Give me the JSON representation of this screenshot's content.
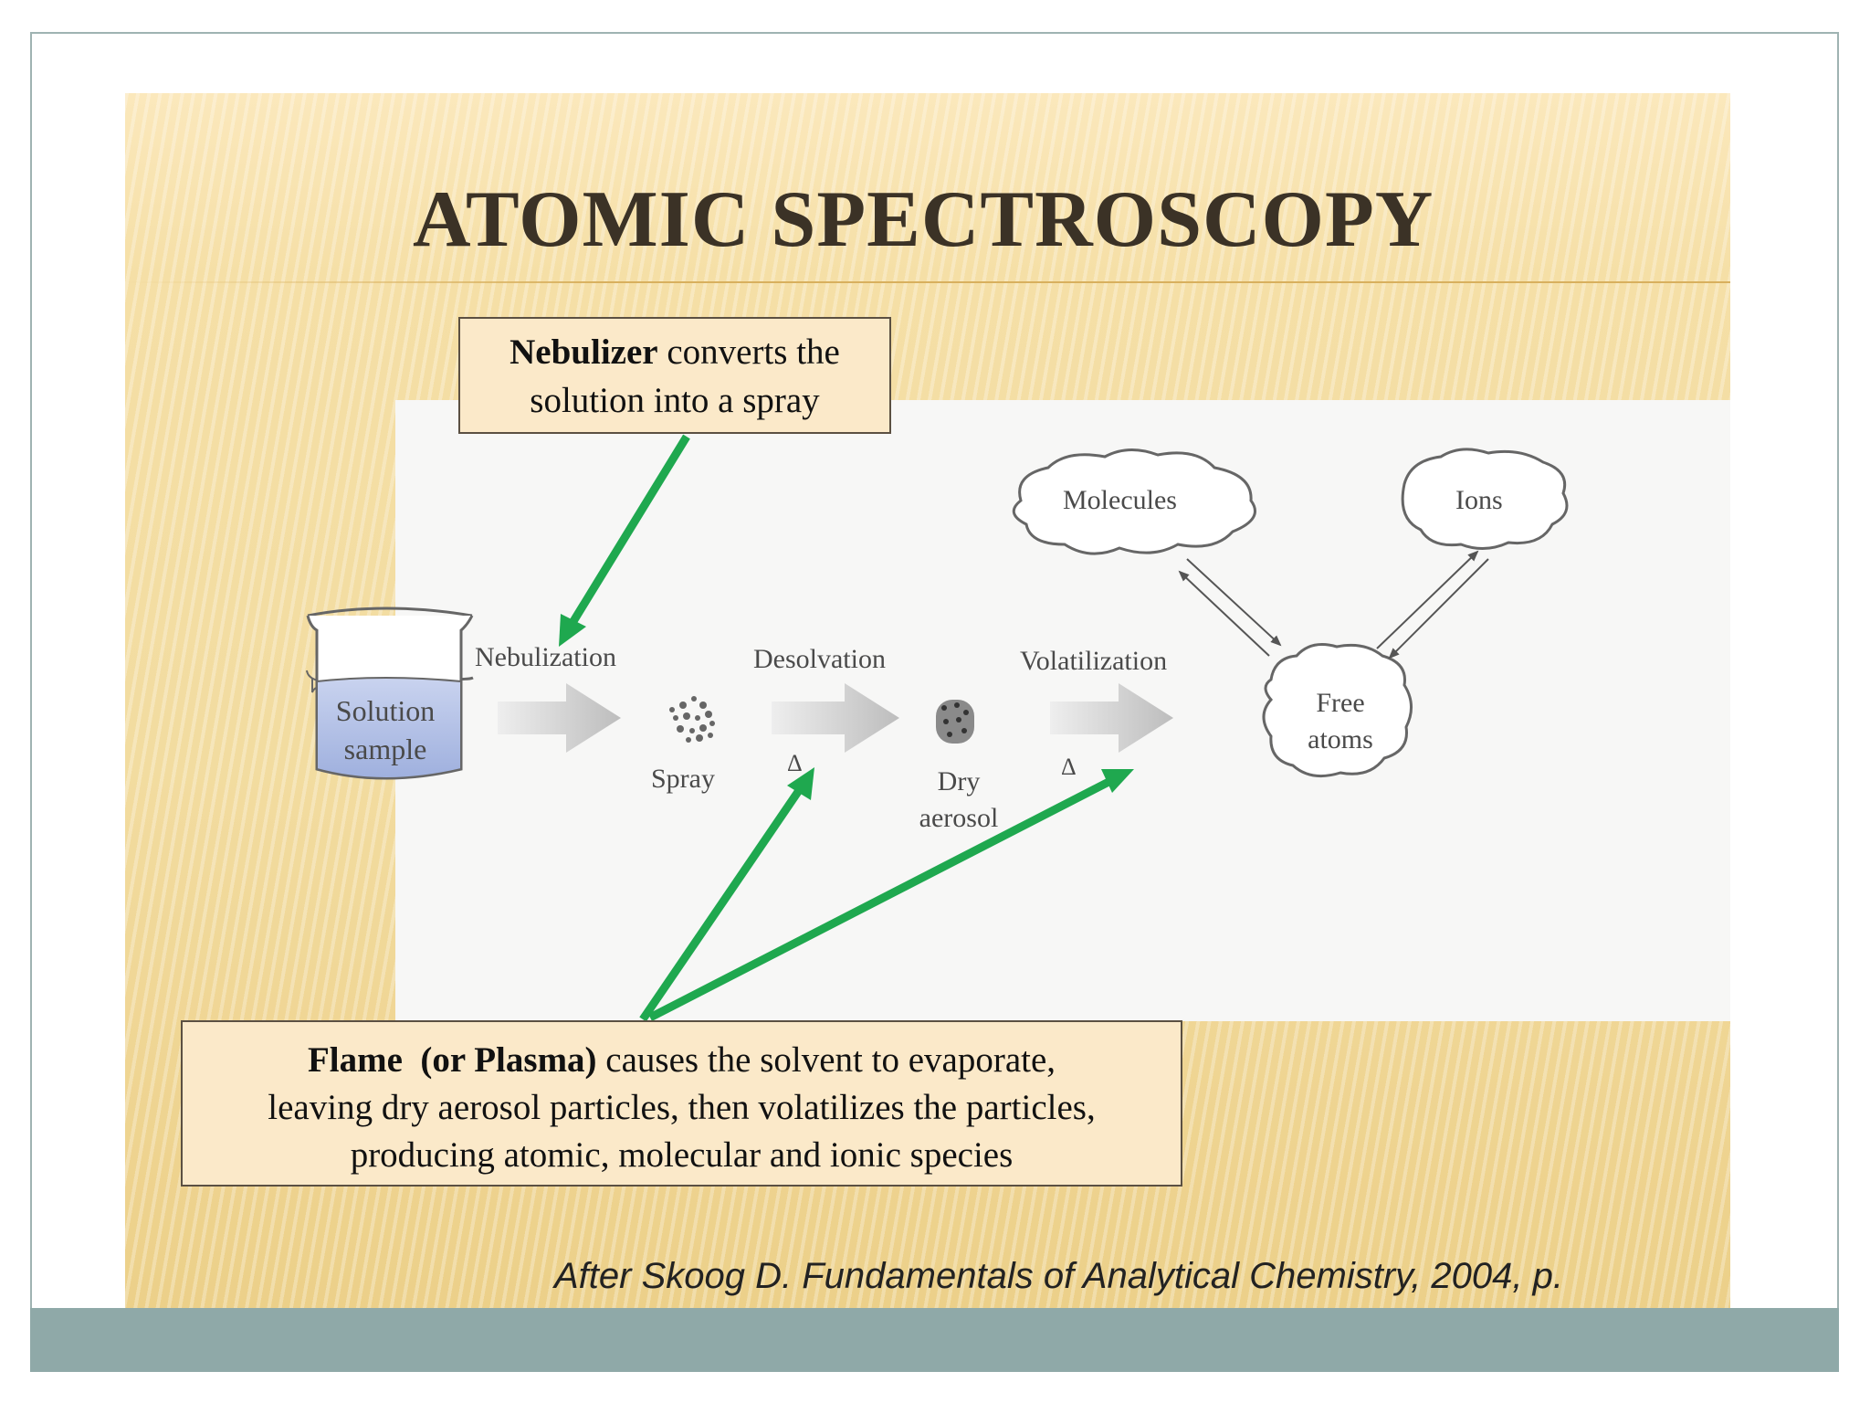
{
  "slide": {
    "title": "ATOMIC SPECTROSCOPY",
    "citation": "After Skoog D. Fundamentals of Analytical Chemistry, 2004, p."
  },
  "nebulizer_note": {
    "bold": "Nebulizer",
    "line1_rest": " converts the",
    "line2": "solution into a spray"
  },
  "flame_note": {
    "bold": "Flame  (or Plasma)",
    "line1_rest": " causes the solvent to evaporate,",
    "line2": "leaving dry aerosol particles, then volatilizes the particles,",
    "line3": "producing atomic, molecular and ionic species"
  },
  "diagram": {
    "beaker_label_1": "Solution",
    "beaker_label_2": "sample",
    "step_nebulization": "Nebulization",
    "step_desolvation": "Desolvation",
    "step_volatilization": "Volatilization",
    "spray": "Spray",
    "dry_1": "Dry",
    "dry_2": "aerosol",
    "heat_1": "Δ",
    "heat_2": "Δ",
    "molecules": "Molecules",
    "ions": "Ions",
    "free_1": "Free",
    "free_2": "atoms"
  },
  "colors": {
    "pointer_arrow": "#1fa84f",
    "note_fill": "#fbe9c9",
    "footer_bar": "#8fa9a8",
    "citation_band": "#e3c4b4"
  }
}
